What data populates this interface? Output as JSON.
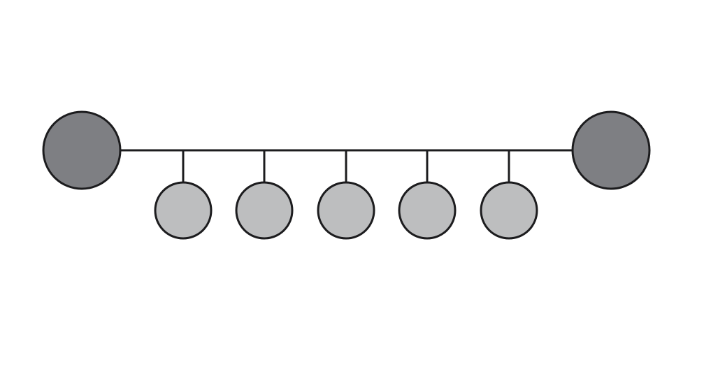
{
  "diagram": {
    "type": "bus-topology",
    "colors": {
      "background": "#ffffff",
      "stroke": "#1c1c1e",
      "terminal_fill": "#7e7f83",
      "node_fill": "#bdbebf"
    },
    "terminals": [
      {
        "id": "left-terminal"
      },
      {
        "id": "right-terminal"
      }
    ],
    "nodes": [
      {
        "id": "node-1"
      },
      {
        "id": "node-2"
      },
      {
        "id": "node-3"
      },
      {
        "id": "node-4"
      },
      {
        "id": "node-5"
      }
    ]
  }
}
